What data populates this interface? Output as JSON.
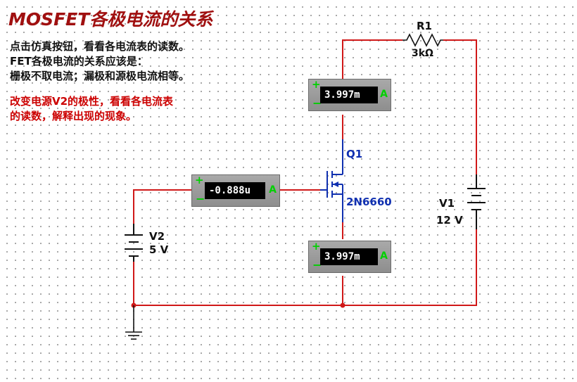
{
  "title": "MOSFET各极电流的关系",
  "notes": {
    "line1": "点击仿真按钮，看看各电流表的读数。",
    "line2": "FET各极电流的关系应该是：",
    "line3": "栅极不取电流；漏极和源极电流相等。",
    "red1": "改变电源V2的极性，看看各电流表",
    "red2": "的读数，解释出现的现象。"
  },
  "meters": {
    "top": {
      "reading": "3.997m",
      "unit": "A",
      "plus": "+",
      "minus": "−"
    },
    "gate": {
      "reading": "-0.888u",
      "unit": "A",
      "plus": "+",
      "minus": "−"
    },
    "bottom": {
      "reading": "3.997m",
      "unit": "A",
      "plus": "+",
      "minus": "−"
    }
  },
  "components": {
    "r1_name": "R1",
    "r1_value": "3kΩ",
    "q1_name": "Q1",
    "q1_model": "2N6660",
    "v1_name": "V1",
    "v1_value": "12 V",
    "v2_name": "V2",
    "v2_value": "5 V"
  },
  "colors": {
    "wire_red": "#d01818",
    "wire_black": "#111111",
    "mosfet_blue": "#1030b0",
    "lcd_text": "#ffffff",
    "meter_green": "#00d000"
  }
}
